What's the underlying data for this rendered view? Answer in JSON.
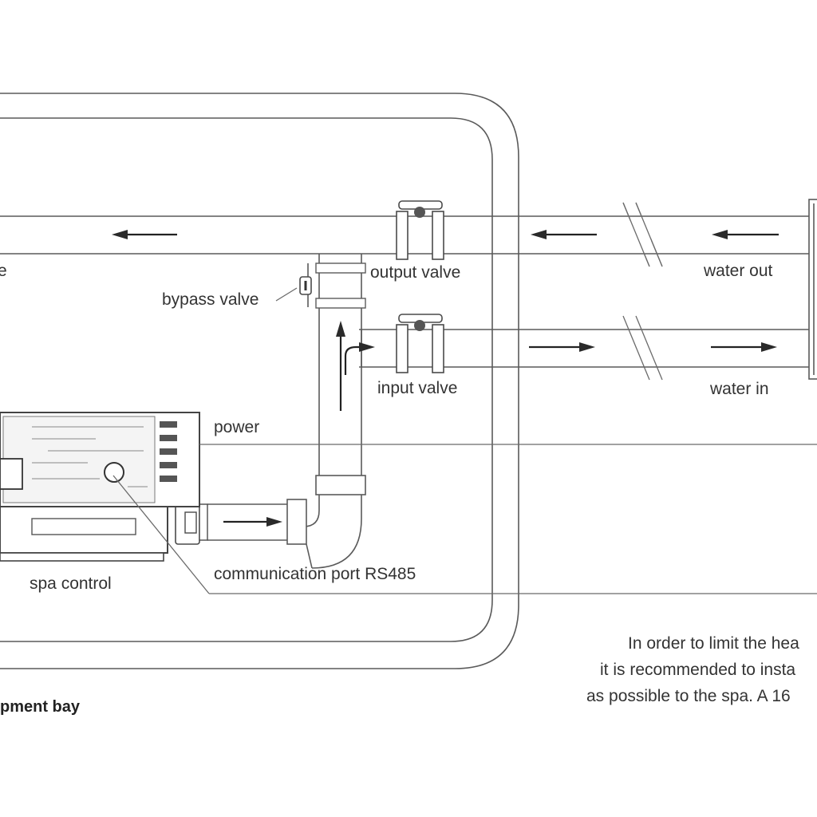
{
  "labels": {
    "output_valve": "output valve",
    "bypass_valve": "bypass valve",
    "input_valve": "input valve",
    "water_out": "water out",
    "water_in": "water in",
    "power": "power",
    "spa_control": "spa control",
    "comm_port": "communication port RS485",
    "equipment_bay": "pment bay",
    "left_cut": "e"
  },
  "note": {
    "line1": "In order to limit the hea",
    "line2": "it is recommended to insta",
    "line3": "as possible to the spa. A 16"
  }
}
